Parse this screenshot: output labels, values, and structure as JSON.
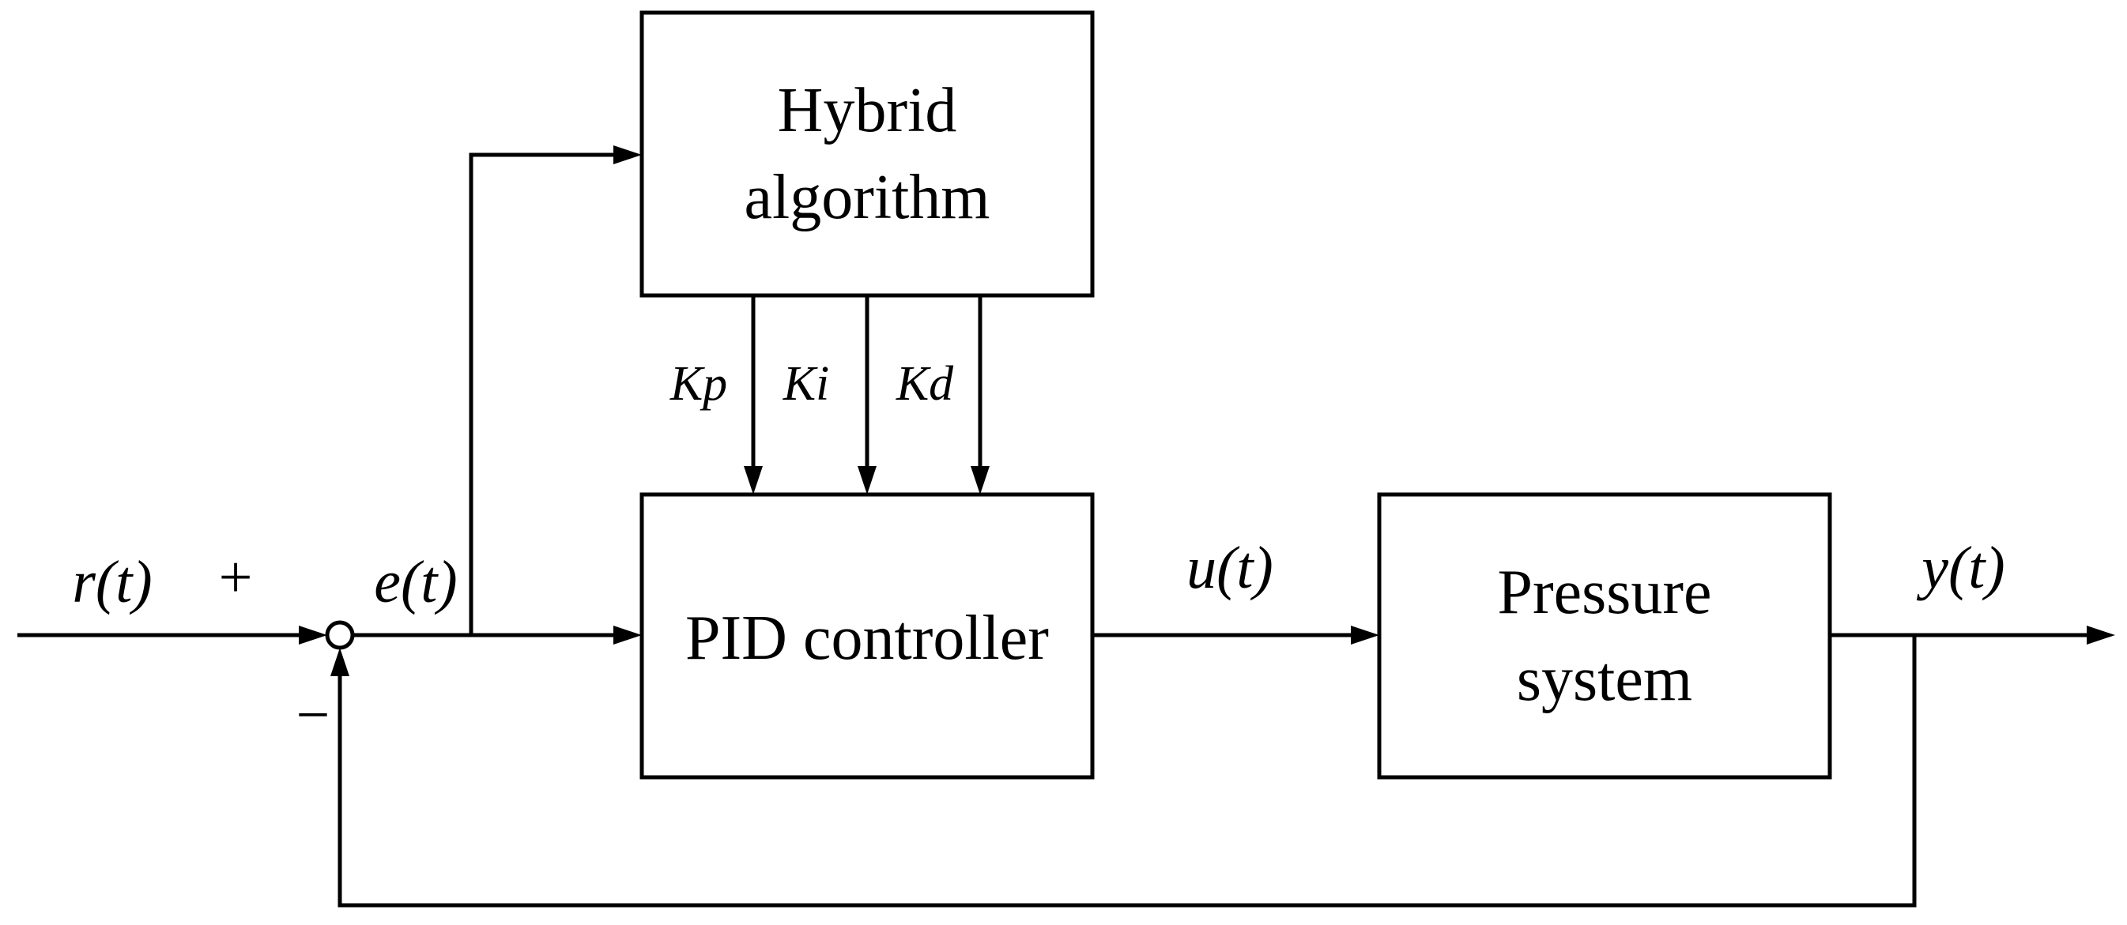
{
  "blocks": {
    "hybrid": {
      "line1": "Hybrid",
      "line2": "algorithm"
    },
    "pid": {
      "label": "PID controller"
    },
    "plant": {
      "line1": "Pressure",
      "line2": "system"
    }
  },
  "signals": {
    "reference": "r(t)",
    "error": "e(t)",
    "control": "u(t)",
    "output": "y(t)"
  },
  "gains": {
    "kp": "Kp",
    "ki": "Ki",
    "kd": "Kd"
  },
  "summing_junction": {
    "plus": "+",
    "minus": "−"
  }
}
